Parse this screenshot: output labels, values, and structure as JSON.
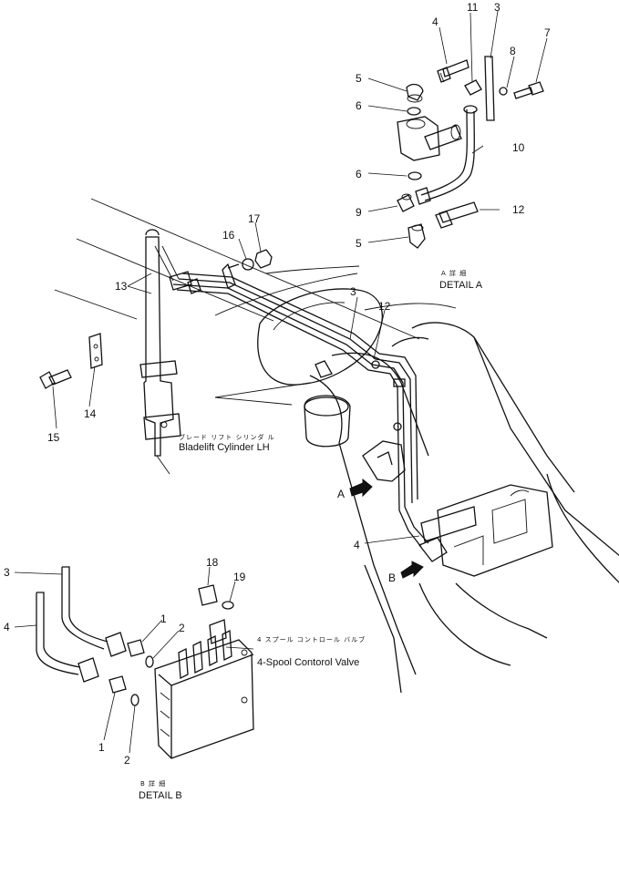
{
  "callouts": [
    "1",
    "2",
    "3",
    "4",
    "5",
    "6",
    "7",
    "8",
    "9",
    "10",
    "11",
    "12",
    "13",
    "14",
    "15",
    "16",
    "17",
    "18",
    "19"
  ],
  "detail_a": {
    "jp": "A 詳 細",
    "en": "DETAIL A",
    "marker": "A"
  },
  "detail_b": {
    "jp": "B 詳 細",
    "en": "DETAIL B",
    "marker": "B"
  },
  "bladelift": {
    "jp": "ブレード リフト シリンダ ル",
    "en": "Bladelift  Cylinder LH"
  },
  "valve": {
    "jp": "4 スプール コントロール バルブ",
    "en": "4-Spool Contorol Valve"
  }
}
